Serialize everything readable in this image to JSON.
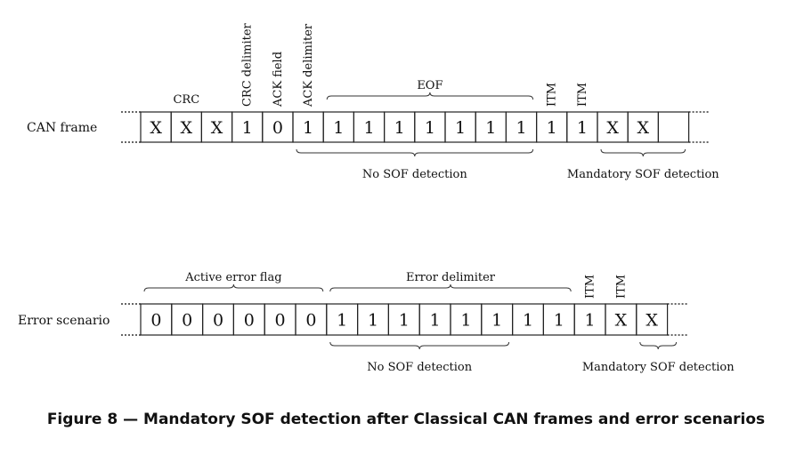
{
  "diagrams": [
    {
      "id": "can",
      "row_label": "CAN frame",
      "cells": [
        "X",
        "X",
        "X",
        "1",
        "0",
        "1",
        "1",
        "1",
        "1",
        "1",
        "1",
        "1",
        "1",
        "1",
        "1",
        "X",
        "X",
        ""
      ],
      "vertical_labels": [
        {
          "text": "CRC delimiter",
          "cell": 3
        },
        {
          "text": "ACK field",
          "cell": 4
        },
        {
          "text": "ACK delimiter",
          "cell": 5
        },
        {
          "text": "ITM",
          "cell": 13
        },
        {
          "text": "ITM",
          "cell": 14
        }
      ],
      "top_labels": [
        {
          "text": "CRC",
          "cell": 1
        },
        {
          "text": "EOF",
          "from": 6,
          "to": 12
        }
      ],
      "bottom_labels": [
        {
          "text": "No SOF detection",
          "from": 5,
          "to": 12
        },
        {
          "text": "Mandatory SOF detection",
          "from": 15,
          "to": 17
        }
      ]
    },
    {
      "id": "error",
      "row_label": "Error scenario",
      "cells": [
        "0",
        "0",
        "0",
        "0",
        "0",
        "0",
        "1",
        "1",
        "1",
        "1",
        "1",
        "1",
        "1",
        "1",
        "1",
        "X",
        "X"
      ],
      "vertical_labels": [
        {
          "text": "ITM",
          "cell": 14
        },
        {
          "text": "ITM",
          "cell": 15
        }
      ],
      "top_labels": [
        {
          "text": "Active error flag",
          "from": 0,
          "to": 5
        },
        {
          "text": "Error delimiter",
          "from": 6,
          "to": 13
        }
      ],
      "bottom_labels": [
        {
          "text": "No SOF detection",
          "from": 6,
          "to": 11
        },
        {
          "text": "Mandatory SOF detection",
          "from": 16,
          "to": 17
        }
      ]
    }
  ],
  "caption": "Figure 8 — Mandatory SOF detection after Classical CAN frames and error scenarios"
}
